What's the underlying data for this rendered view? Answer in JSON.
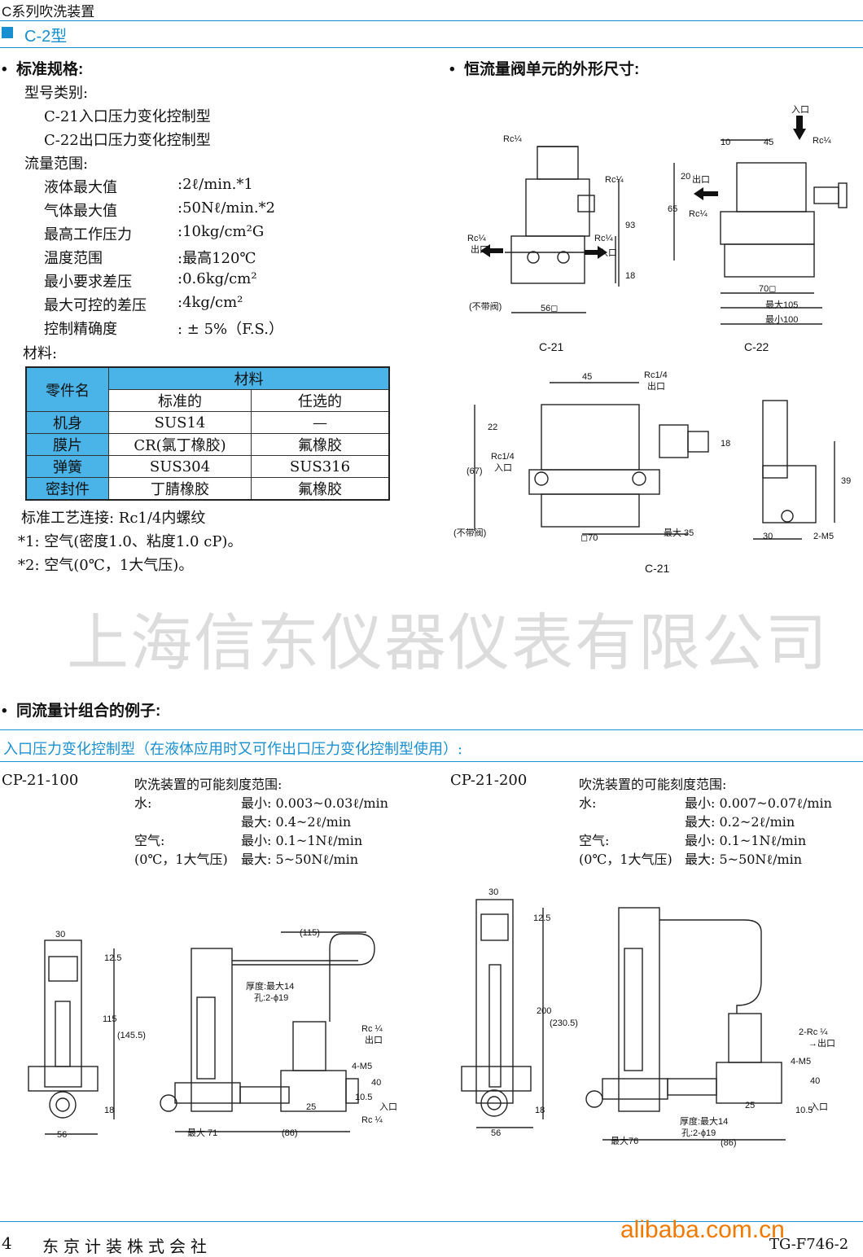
{
  "header": {
    "series_title": "C系列吹洗装置",
    "model_title": "C-2型"
  },
  "spec": {
    "heading": "标准规格:",
    "model_type_label": "型号类别:",
    "model_types": [
      "C-21入口压力变化控制型",
      "C-22出口压力变化控制型"
    ],
    "flow_range_label": "流量范围:",
    "rows": [
      {
        "label": "液体最大值",
        "value": ":2ℓ/min.*1"
      },
      {
        "label": "气体最大值",
        "value": ":50Nℓ/min.*2"
      },
      {
        "label": "最高工作压力",
        "value": ":10kg/cm²G"
      },
      {
        "label": "温度范围",
        "value": ":最高120℃"
      },
      {
        "label": "最小要求差压",
        "value": ":0.6kg/cm²"
      },
      {
        "label": "最大可控的差压",
        "value": ":4kg/cm²"
      },
      {
        "label": "控制精确度",
        "value": ": ± 5%（F.S.）"
      }
    ],
    "materials_label": "材料:"
  },
  "materials_table": {
    "part_header": "零件名",
    "material_header": "材料",
    "standard_header": "标准的",
    "optional_header": "任选的",
    "rows": [
      {
        "part": "机身",
        "standard": "SUS14",
        "optional": "—"
      },
      {
        "part": "膜片",
        "standard": "CR(氯丁橡胶)",
        "optional": "氟橡胶"
      },
      {
        "part": "弹簧",
        "standard": "SUS304",
        "optional": "SUS316"
      },
      {
        "part": "密封件",
        "standard": "丁腈橡胶",
        "optional": "氟橡胶"
      }
    ]
  },
  "notes": {
    "connection": "标准工艺连接:  Rc1/4内螺纹",
    "note1": "*1:  空气(密度1.0、粘度1.0 cP)。",
    "note2": "*2:  空气(0℃，1大气压)。"
  },
  "dimensions": {
    "heading": "恒流量阀单元的外形尺寸:",
    "label_c21": "C-21",
    "label_c22": "C-22",
    "label_c21_bottom": "C-21"
  },
  "watermark": "上海信东仪器仪表有限公司",
  "combo": {
    "heading": "同流量计组合的例子:",
    "subheading": "入口压力变化控制型（在液体应用时又可作出口压力变化控制型使用）:",
    "left": {
      "model": "CP-21-100",
      "range_title": "吹洗装置的可能刻度范围:",
      "water_label": "水:",
      "water_min": "最小: 0.003~0.03ℓ/min",
      "water_max": "最大: 0.4~2ℓ/min",
      "air_label": "空气:",
      "air_cond": "(0℃，1大气压)",
      "air_min": "最小: 0.1~1Nℓ/min",
      "air_max": "最大: 5~50Nℓ/min"
    },
    "right": {
      "model": "CP-21-200",
      "range_title": "吹洗装置的可能刻度范围:",
      "water_label": "水:",
      "water_min": "最小: 0.007~0.07ℓ/min",
      "water_max": "最大: 0.2~2ℓ/min",
      "air_label": "空气:",
      "air_cond": "(0℃，1大气压)",
      "air_min": "最小: 0.1~1Nℓ/min",
      "air_max": "最大: 5~50Nℓ/min"
    }
  },
  "footer": {
    "page_number": "4",
    "company": "东京计装株式会社",
    "brand": "alibaba.com.cn",
    "doc_code": "TG-F746-2"
  },
  "colors": {
    "accent": "#1a8fd0",
    "table_header": "#4ab3e8",
    "brand": "#f07a00"
  }
}
